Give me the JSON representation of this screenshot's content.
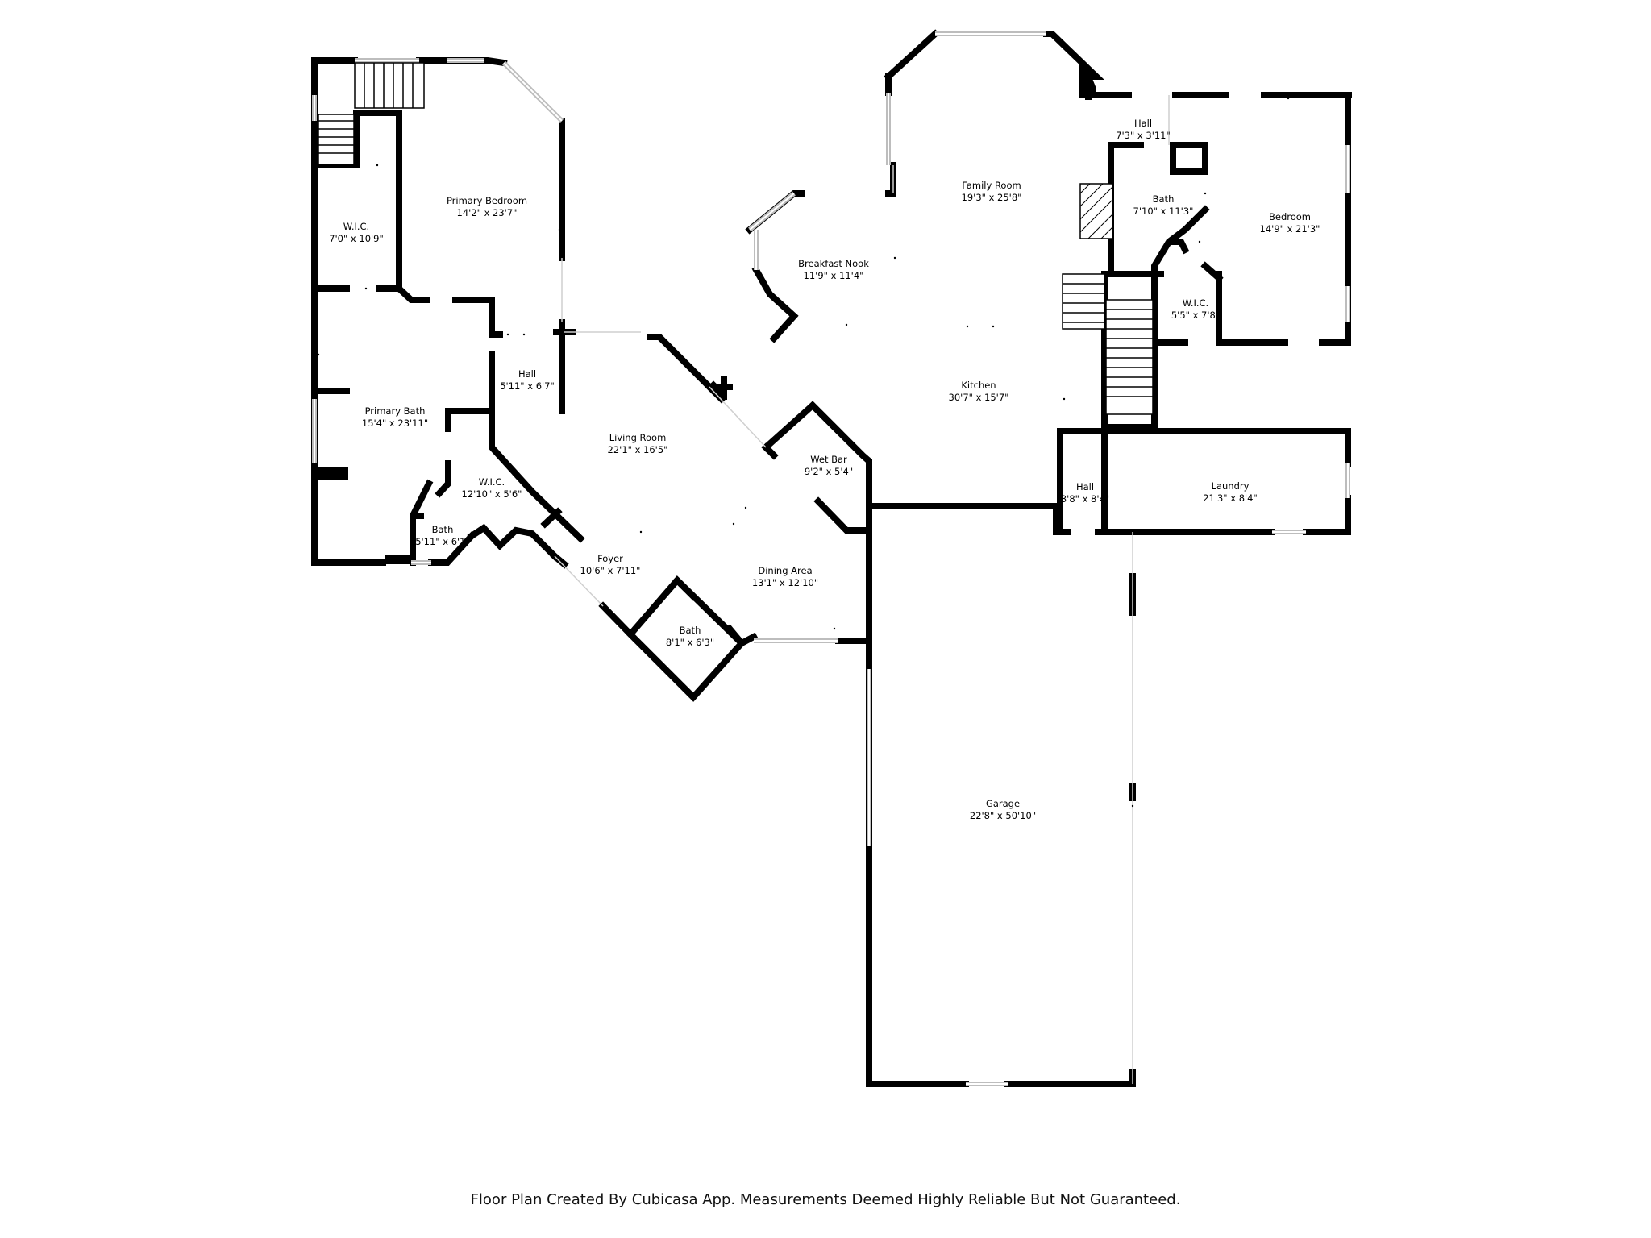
{
  "rooms": [
    {
      "name": "Primary Bedroom",
      "dims": "14'2\" x 23'7\""
    },
    {
      "name": "W.I.C.",
      "dims": "7'0\" x 10'9\""
    },
    {
      "name": "Primary Bath",
      "dims": "15'4\" x 23'11\""
    },
    {
      "name": "Hall",
      "dims": "5'11\" x 6'7\""
    },
    {
      "name": "W.I.C.",
      "dims": "12'10\" x 5'6\""
    },
    {
      "name": "Bath",
      "dims": "5'11\" x 6'1\""
    },
    {
      "name": "Living Room",
      "dims": "22'1\" x 16'5\""
    },
    {
      "name": "Foyer",
      "dims": "10'6\" x 7'11\""
    },
    {
      "name": "Dining Area",
      "dims": "13'1\" x 12'10\""
    },
    {
      "name": "Bath",
      "dims": "8'1\" x 6'3\""
    },
    {
      "name": "Wet Bar",
      "dims": "9'2\" x 5'4\""
    },
    {
      "name": "Breakfast Nook",
      "dims": "11'9\" x 11'4\""
    },
    {
      "name": "Family Room",
      "dims": "19'3\" x 25'8\""
    },
    {
      "name": "Kitchen",
      "dims": "30'7\" x 15'7\""
    },
    {
      "name": "Hall",
      "dims": "7'3\" x 3'11\""
    },
    {
      "name": "Bath",
      "dims": "7'10\" x 11'3\""
    },
    {
      "name": "Bedroom",
      "dims": "14'9\" x 21'3\""
    },
    {
      "name": "W.I.C.",
      "dims": "5'5\" x 7'8\""
    },
    {
      "name": "Hall",
      "dims": "3'8\" x 8'4\""
    },
    {
      "name": "Laundry",
      "dims": "21'3\" x 8'4\""
    },
    {
      "name": "Garage",
      "dims": "22'8\" x 50'10\""
    }
  ],
  "caption": "Floor Plan Created By Cubicasa App. Measurements Deemed Highly Reliable But Not Guaranteed."
}
